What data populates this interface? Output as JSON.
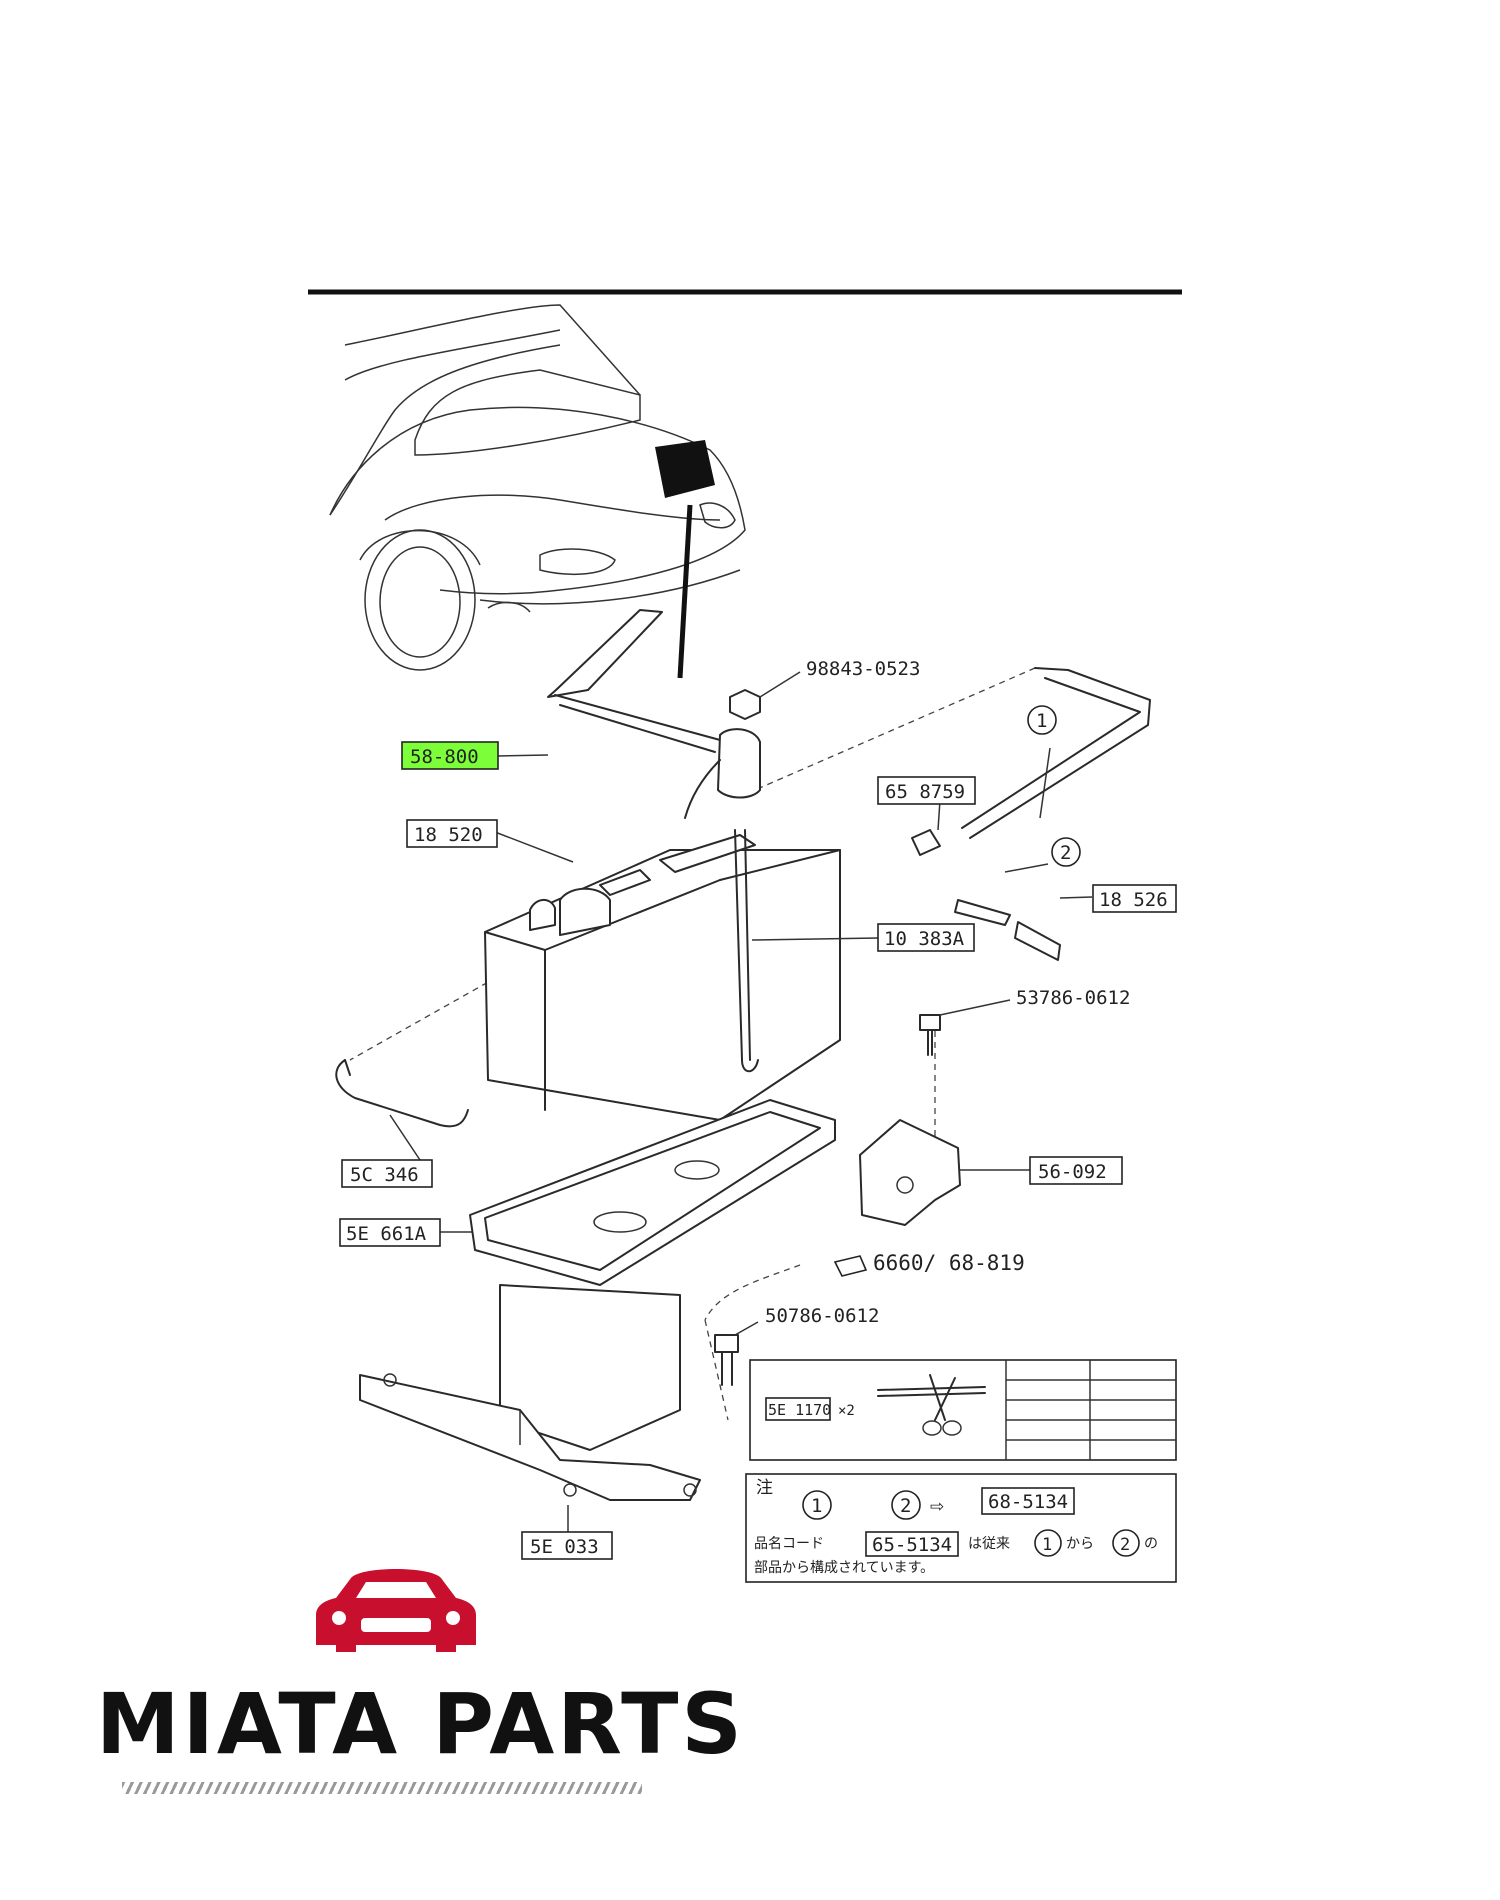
{
  "callouts": {
    "c_98843": "98843-0523",
    "c_5800": "58-800",
    "c_18520": "18 520",
    "c_558759": "65 8759",
    "c_18526": "18 526",
    "c_10383a": "10 383A",
    "c_53786": "53786-0612",
    "c_56092": "56-092",
    "c_5c346": "5C 346",
    "c_5e661a": "5E 661A",
    "c_6660": "6660/ 68-819",
    "c_50786": "50786-0612",
    "c_5e033": "5E 033",
    "circle_1": "1",
    "circle_2": "2"
  },
  "table": {
    "code": "5E 1170",
    "qty": "×2"
  },
  "notebox": {
    "title": "注",
    "circle_1": "1",
    "circle_2": "2",
    "arrow": "⇨",
    "code": "68-5134",
    "line1_pre": "品名コード",
    "line1_code": "65-5134",
    "line1_mid": "は従来",
    "line1_c1": "1",
    "line1_kara": "から",
    "line1_c2": "2",
    "line1_end": "の",
    "line2": "部品から構成されています。"
  },
  "brand": {
    "name": "MIATA PARTS",
    "logo_color": "#c8102e"
  }
}
